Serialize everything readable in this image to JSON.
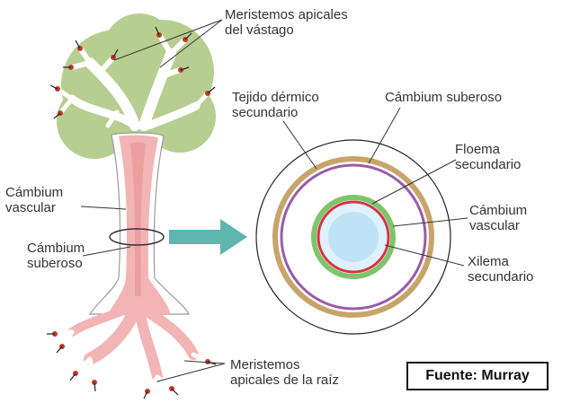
{
  "labels": {
    "shoot_meristems": [
      "Meristemos apicales",
      "del vástago"
    ],
    "secondary_dermal": [
      "Tejido dérmico",
      "secundario"
    ],
    "cork_cambium_right": [
      "Cámbium suberoso"
    ],
    "secondary_phloem": [
      "Floema",
      "secundario"
    ],
    "vascular_cambium_left": [
      "Cámbium",
      "vascular"
    ],
    "vascular_cambium_right": [
      "Cámbium",
      "vascular"
    ],
    "cork_cambium_left": [
      "Cámbium",
      "suberoso"
    ],
    "secondary_xylem": [
      "Xilema",
      "secundario"
    ],
    "root_meristems": [
      "Meristemos",
      "apicales de la raíz"
    ]
  },
  "source": "Fuente: Murray",
  "colors": {
    "canopy": "#b6ce8f",
    "trunk": "#f2b4b4",
    "trunk_core": "#e58a8a",
    "cork_ring": "#c8a46b",
    "phloem_ring": "#9b5ba6",
    "green_ring": "#7fc36a",
    "red_ring": "#d63343",
    "xylem": "#bfe3f4",
    "arrow": "#5fb5b0",
    "tip": "#c0392b"
  }
}
